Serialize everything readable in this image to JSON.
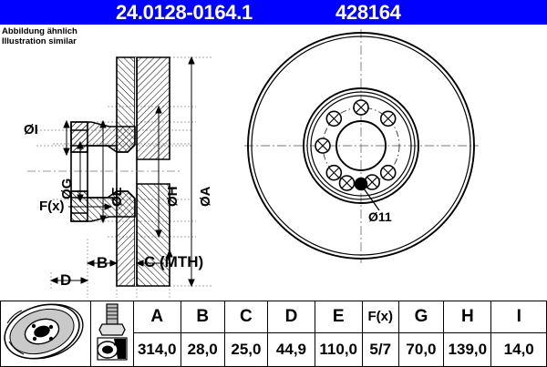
{
  "header": {
    "article_number": "24.0128-0164.1",
    "code_number": "428164",
    "background_color": "#0000ff",
    "text_color": "#ffffff"
  },
  "note": {
    "line_de": "Abbildung ähnlich",
    "line_en": "Illustration similar"
  },
  "drawing": {
    "section_view": {
      "labels": [
        {
          "id": "dia-I",
          "text": "ØI"
        },
        {
          "id": "dia-G",
          "text": "ØG"
        },
        {
          "id": "dia-E",
          "text": "ØE"
        },
        {
          "id": "dia-H",
          "text": "ØH"
        },
        {
          "id": "dia-A",
          "text": "ØA"
        },
        {
          "id": "force-x",
          "text": "F(x)"
        },
        {
          "id": "dim-B",
          "text": "B"
        },
        {
          "id": "dim-C",
          "text": "C (MTH)"
        },
        {
          "id": "dim-D",
          "text": "D"
        }
      ]
    },
    "front_view": {
      "callout": "Ø11",
      "bolt_hole_count": 8,
      "pilot_hole_label": "Ø11"
    }
  },
  "table": {
    "icons": [
      {
        "id": "brake-disc-illustration",
        "name": "brake-disc-3d-icon"
      },
      {
        "id": "bolt-and-tool",
        "name": "bolt-tool-icon"
      }
    ],
    "headers": [
      "A",
      "B",
      "C",
      "D",
      "E",
      "F(x)",
      "G",
      "H",
      "I"
    ],
    "values": [
      "314,0",
      "28,0",
      "25,0",
      "44,9",
      "110,0",
      "5/7",
      "70,0",
      "139,0",
      "14,0"
    ]
  }
}
